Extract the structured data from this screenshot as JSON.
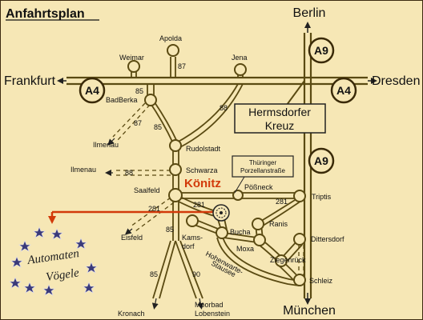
{
  "title": "Anfahrtsplan",
  "colors": {
    "background": "#f6e7b5",
    "road": "#5a4a12",
    "highlight": "#d23a0a",
    "star": "#3a3a78"
  },
  "directions": {
    "north": "Berlin",
    "south": "München",
    "west": "Frankfurt",
    "east": "Dresden"
  },
  "motorways": {
    "a4_west": "A4",
    "a4_east": "A4",
    "a9_north": "A9",
    "a9_south": "A9"
  },
  "road_numbers": {
    "r87_apolda": "87",
    "r85_top": "85",
    "r87_left": "87",
    "r85_mid": "85",
    "r88_jena": "88",
    "r88_left": "88",
    "r281_left": "281",
    "r281_right": "281",
    "r85_lower": "85",
    "r85_bottom": "85",
    "r90": "90"
  },
  "places": {
    "apolda": "Apolda",
    "weimar": "Weimar",
    "jena": "Jena",
    "badberka": "BadBerka",
    "ilmenau1": "Ilmenau",
    "ilmenau2": "Ilmenau",
    "rudolstadt": "Rudolstadt",
    "schwarza": "Schwarza",
    "saalfeld": "Saalfeld",
    "poessneck": "Pößneck",
    "triptis": "Triptis",
    "eisfeld": "Eisfeld",
    "kamsdorf_1": "Kams-",
    "kamsdorf_2": "dorf",
    "bucha": "Bucha",
    "ranis": "Ranis",
    "moxa": "Moxa",
    "dittersdorf": "Dittersdorf",
    "ziegenrueck": "Ziegenrück",
    "schleiz": "Schleiz",
    "kronach": "Kronach",
    "moorbad_1": "Moorbad",
    "moorbad_2": "Lobenstein",
    "lake_1": "Hohenwarte-",
    "lake_2": "Stausee"
  },
  "hermsdorf": {
    "line1": "Hermsdorfer",
    "line2": "Kreuz"
  },
  "porzellan": {
    "line1": "Thüringer",
    "line2": "Porzellanstraße"
  },
  "koenitz": "Könitz",
  "logo": {
    "line1": "Automaten",
    "line2": "Vögele"
  }
}
